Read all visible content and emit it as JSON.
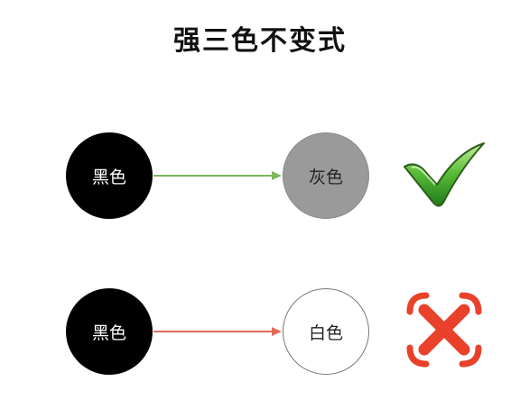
{
  "title": "强三色不变式",
  "rows": [
    {
      "from": {
        "label": "黑色",
        "color": "#000000"
      },
      "to": {
        "label": "灰色",
        "color": "#9a9a9a"
      },
      "arrow_color": "#7ab85a",
      "verdict_icon": "green-check-icon"
    },
    {
      "from": {
        "label": "黑色",
        "color": "#000000"
      },
      "to": {
        "label": "白色",
        "color": "#ffffff"
      },
      "arrow_color": "#e26b5a",
      "verdict_icon": "red-cross-icon"
    }
  ]
}
